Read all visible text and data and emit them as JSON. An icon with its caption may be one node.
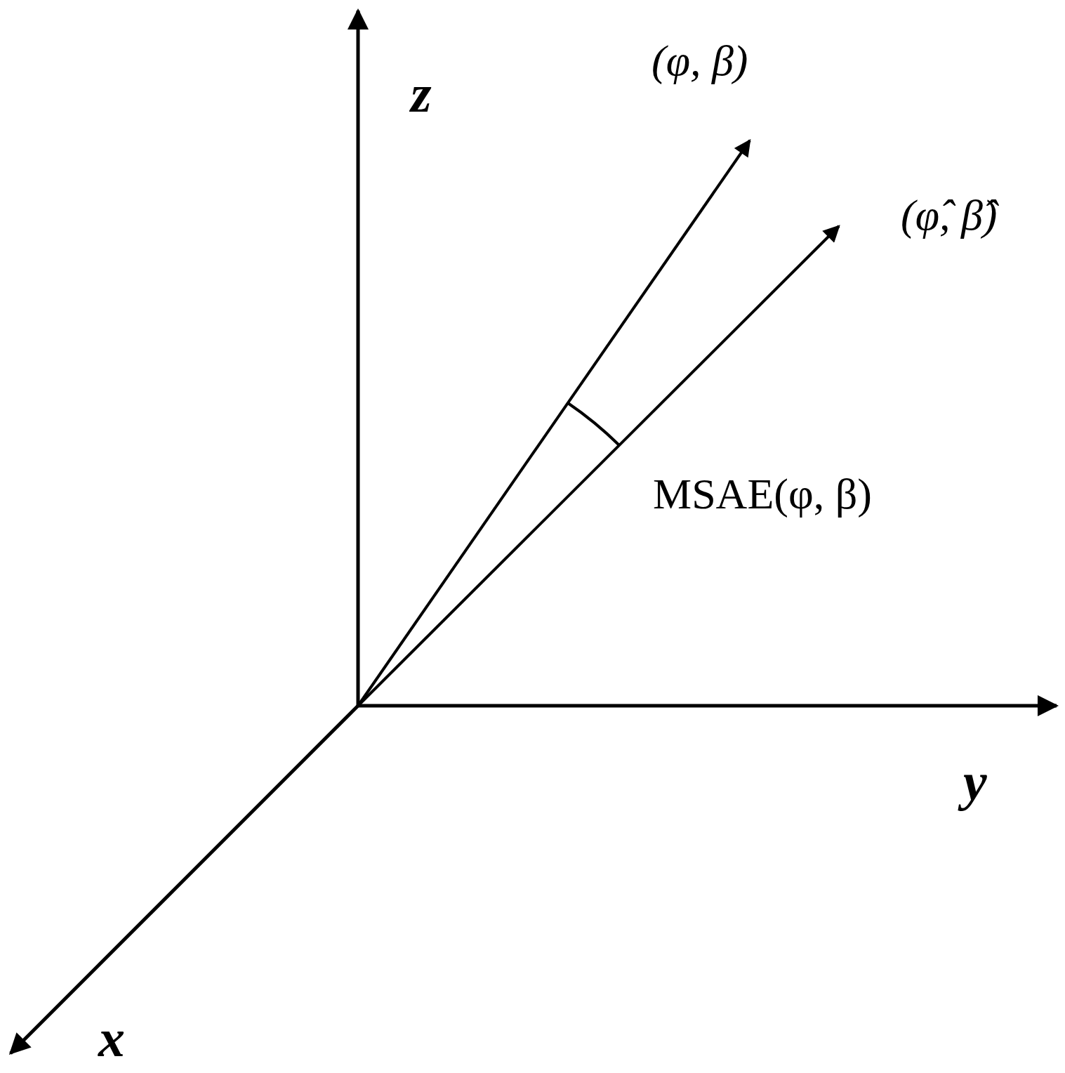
{
  "diagram": {
    "labels": [
      "z",
      "(φ, β)",
      "(φ̂, β̂)",
      "MSAE(φ, β)",
      "y",
      "x"
    ]
  }
}
